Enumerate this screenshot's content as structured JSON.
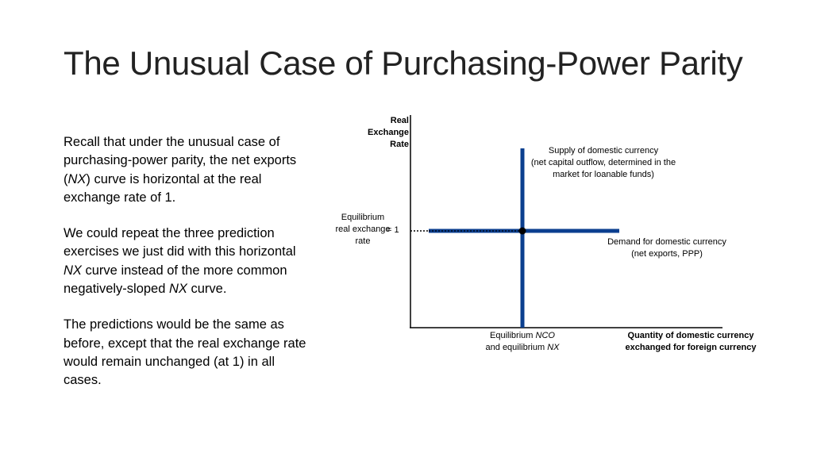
{
  "title": "The Unusual Case of Purchasing-Power Parity",
  "paragraphs": {
    "p1": {
      "a": "Recall that under the unusual case of purchasing-power parity, the net exports (",
      "b": "NX",
      "c": ") curve is horizontal at the real exchange rate of 1."
    },
    "p2": {
      "a": "We could repeat the three prediction exercises we just did with this horizontal ",
      "b": "NX",
      "c": " curve instead of the more common negatively-sloped ",
      "d": "NX",
      "e": " curve."
    },
    "p3": "The predictions would be the same as before, except that the real exchange rate would remain unchanged (at 1) in all cases."
  },
  "diagram": {
    "y_axis_label": [
      "Real",
      "Exchange",
      "Rate"
    ],
    "x_axis_label": [
      "Quantity of domestic currency",
      "exchanged for foreign currency"
    ],
    "supply_label": [
      "Supply of domestic currency",
      "(net capital outflow, determined in the",
      "market for loanable funds)"
    ],
    "demand_label": [
      "Demand for domestic currency",
      "(net exports, PPP)"
    ],
    "eq_rate_label": [
      "Equilibrium",
      "real exchange",
      "rate"
    ],
    "eq_rate_value": "= 1",
    "eq_nco": {
      "pre": "Equilibrium ",
      "term": "NCO"
    },
    "eq_nx": {
      "pre": "and equilibrium ",
      "term": "NX"
    },
    "curve_color": "#0b3f8f"
  }
}
